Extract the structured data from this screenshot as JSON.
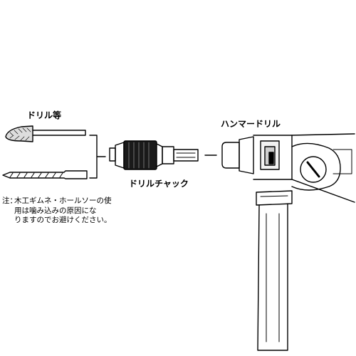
{
  "labels": {
    "drill": "ドリル等",
    "hammer_drill": "ハンマードリル",
    "drill_chuck": "ドリルチャック"
  },
  "note": {
    "prefix": "注：",
    "lines": [
      "木工ギムネ・ホールソーの使",
      "用は噛み込みの原因にな",
      "りますのでお避けください。"
    ]
  }
}
